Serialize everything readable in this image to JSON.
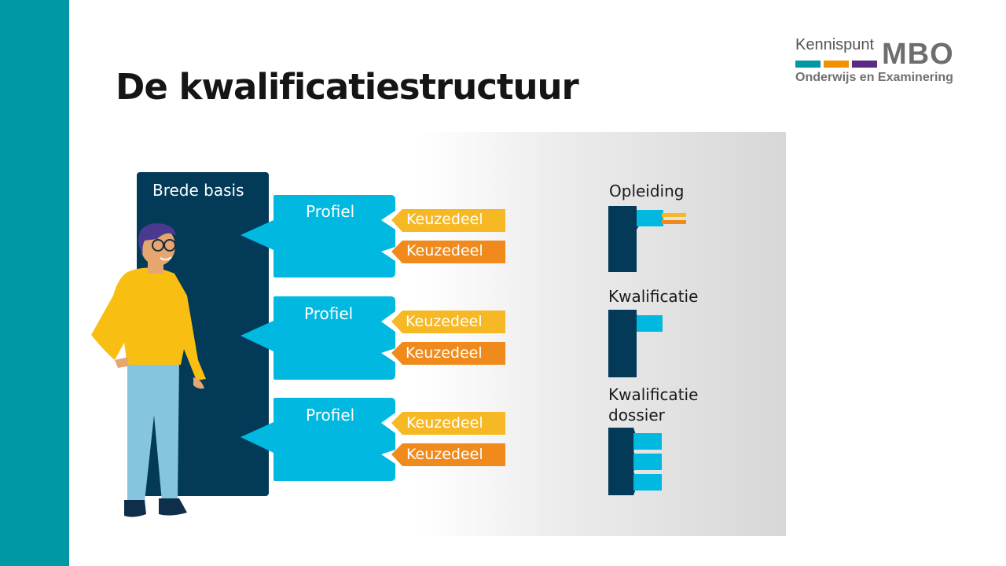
{
  "slide": {
    "title": "De kwalificatiestructuur"
  },
  "logo": {
    "small": "Kennispunt",
    "big": "MBO",
    "sub": "Onderwijs en Examinering",
    "stripe_colors": [
      "#0098a4",
      "#f39200",
      "#5a2a82"
    ]
  },
  "diagram": {
    "base_label": "Brede basis",
    "profiles": [
      {
        "label": "Profiel",
        "electives": [
          "Keuzedeel",
          "Keuzedeel"
        ]
      },
      {
        "label": "Profiel",
        "electives": [
          "Keuzedeel",
          "Keuzedeel"
        ]
      },
      {
        "label": "Profiel",
        "electives": [
          "Keuzedeel",
          "Keuzedeel"
        ]
      }
    ],
    "legend": [
      {
        "line1": "Opleiding",
        "line2": ""
      },
      {
        "line1": "Kwalificatie",
        "line2": ""
      },
      {
        "line1": "Kwalificatie",
        "line2": "dossier"
      }
    ],
    "colors": {
      "base": "#023a58",
      "profile": "#00b8e0",
      "elective_light": "#f6b824",
      "elective_dark": "#f08a1c",
      "side_bar": "#0098a4"
    }
  }
}
